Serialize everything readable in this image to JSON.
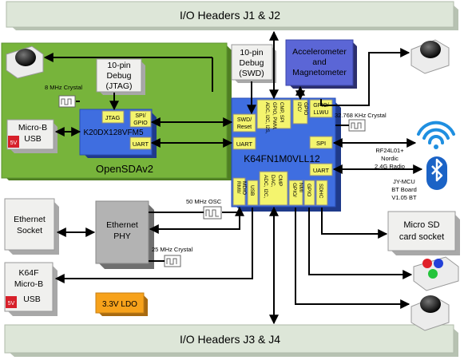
{
  "headers": {
    "top": "I/O Headers J1 & J2",
    "bottom": "I/O Headers J3 & J4"
  },
  "opensda": {
    "title": "OpenSDAv2",
    "mcu": "K20DX128VFM5",
    "jtag_port": "JTAG",
    "spi_gpio": [
      "SPI/",
      "GPIO"
    ],
    "uart": "UART",
    "crystal": "8 MHz Crystal",
    "debug_jtag": [
      "10-pin",
      "Debug",
      "(JTAG)"
    ],
    "usb": [
      "Micro-B",
      "USB"
    ],
    "usb_badge": "5V"
  },
  "debug_swd": [
    "10-pin",
    "Debug",
    "(SWD)"
  ],
  "accelerometer": [
    "Accelerometer",
    "and",
    "Magnetometer"
  ],
  "k64": {
    "name": "K64FN1M0VLL12",
    "swd_reset": [
      "SWD/",
      "Reset"
    ],
    "uart_left": "UART",
    "adc_top": [
      "ADC, I2C, I2S,",
      "GPIO, PWM,",
      "CMP, SPI"
    ],
    "i2c_gpio": [
      "I2C/",
      "GPIO"
    ],
    "gpio_llwu": [
      "GPIO/",
      "LLWU"
    ],
    "spi": "SPI",
    "uart_right": "UART",
    "rmii": [
      "RMII/",
      "MDIO"
    ],
    "usb": "USB",
    "adc_bottom": [
      "ADC, I2C,",
      "DAC,",
      "CMP"
    ],
    "gpio_nmi": [
      "GPIO/",
      "NMI"
    ],
    "gpio": "GPIO",
    "sdhc": "SDHC"
  },
  "crystal_32k": "32.768 KHz Crystal",
  "rf": [
    "RF24L01+",
    "Nordic",
    "2.4G Radio"
  ],
  "bt": [
    "JY-MCU",
    "BT Board",
    "V1.05 BT"
  ],
  "ethernet_socket": [
    "Ethernet",
    "Socket"
  ],
  "ethernet_phy": [
    "Ethernet",
    "PHY"
  ],
  "osc_50m": "50 MHz OSC",
  "crystal_25m": "25 MHz Crystal",
  "microsd": [
    "Micro SD",
    "card socket"
  ],
  "k64_usb": [
    "K64F",
    "Micro-B",
    "USB"
  ],
  "k64_usb_badge": "5V",
  "ldo": "3.3V LDO",
  "colors": {
    "header_fill": "#d9e3d3",
    "opensda_green": "#74b33a",
    "chip_blue": "#3f6ee0",
    "port_yellow": "#f4f46e",
    "accel_blue": "#5b66d6",
    "ldo_orange": "#f7a21b",
    "usb_red": "#d7202a",
    "gray_box": "#f0f0ee"
  },
  "icons": [
    "button-icon",
    "wifi-icon",
    "bluetooth-icon",
    "rgb-led-icon",
    "button-icon"
  ]
}
